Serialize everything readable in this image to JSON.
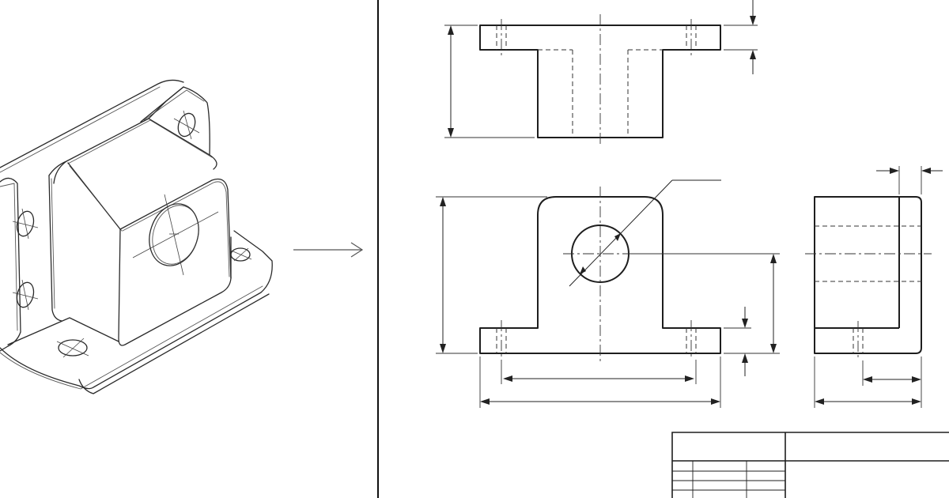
{
  "diagram": {
    "left_panel": "isometric-sketch",
    "right_panel": "orthographic-projection",
    "views": [
      "top-view",
      "front-view",
      "side-view"
    ],
    "arrow": "isometric-to-orthographic"
  },
  "colors": {
    "ink": "#1e1e1e",
    "background": "#ffffff"
  }
}
